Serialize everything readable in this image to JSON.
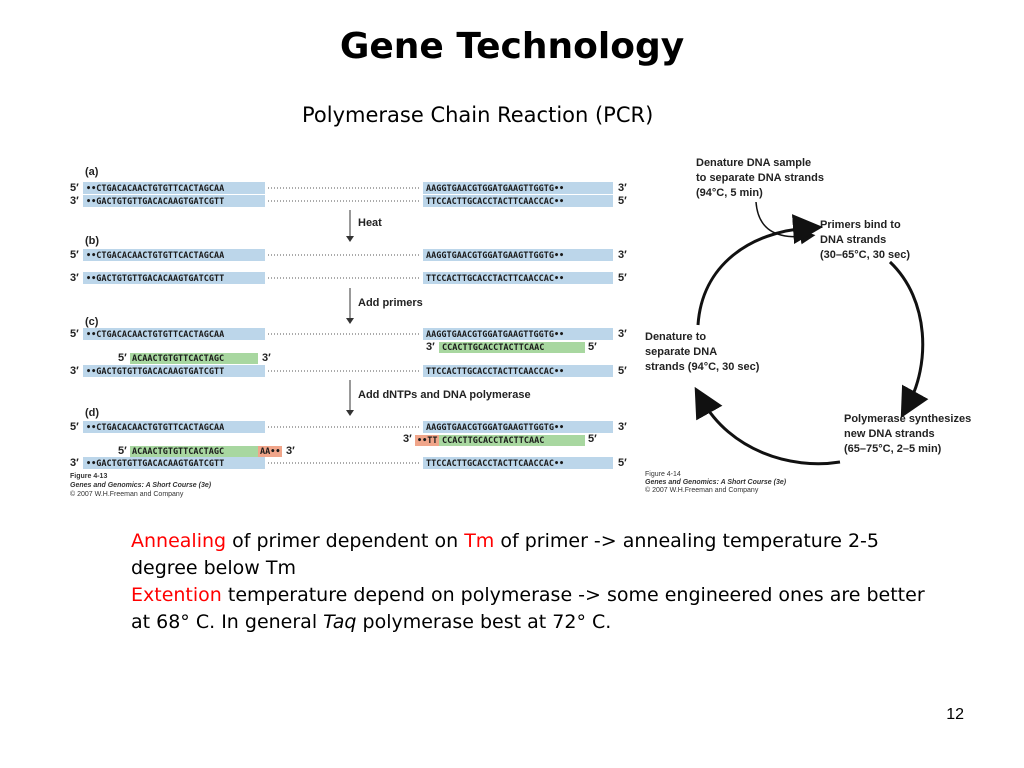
{
  "title": "Gene Technology",
  "subtitle": "Polymerase Chain Reaction (PCR)",
  "figure_left": {
    "panels": [
      "(a)",
      "(b)",
      "(c)",
      "(d)"
    ],
    "steps": [
      "Heat",
      "Add primers",
      "Add dNTPs and DNA polymerase"
    ],
    "top_left": "CTGACACAACTGTGTTCACTAGCAA",
    "top_right": "AAGGTGAACGTGGATGAAGTTGGTG",
    "bottom_left": "GACTGTGTTGACACAAGTGATCGTT",
    "bottom_right": "TTCCACTTGCACCTACTTCAACCAC",
    "primer_left": "ACAACTGTGTTCACTAGC",
    "primer_right": "CCACTTGCACCTACTTCAAC",
    "ext_left": "AA",
    "ext_right": "TT",
    "caption_num": "Figure 4-13",
    "caption_book": "Genes and Genomics: A Short Course (3e)",
    "caption_copy": "© 2007 W.H.Freeman and Company"
  },
  "figure_right": {
    "step1": [
      "Denature DNA sample",
      "to separate DNA strands",
      "(94°C, 5 min)"
    ],
    "step2": [
      "Primers bind to",
      "DNA strands",
      "(30–65°C, 30 sec)"
    ],
    "step3": [
      "Polymerase synthesizes",
      "new DNA strands",
      "(65–75°C, 2–5 min)"
    ],
    "step4": [
      "Denature to",
      "separate DNA",
      "strands (94°C, 30 sec)"
    ],
    "caption_num": "Figure 4-14",
    "caption_book": "Genes and Genomics: A Short Course (3e)",
    "caption_copy": "© 2007 W.H.Freeman and Company"
  },
  "text": {
    "annealing": "Annealing",
    "line1_rest_a": " of primer dependent on ",
    "tm": "Tm",
    "line1_rest_b": " of primer -> annealing temperature 2-5 degree below Tm",
    "extention": "Extention",
    "line2_rest_a": " temperature depend on polymerase -> some engineered ones are better at 68° C.  In general ",
    "taq": "Taq",
    "line2_rest_b": " polymerase best at 72° C."
  },
  "page_number": "12",
  "colors": {
    "strand_fill": "#bcd6ea",
    "primer_fill": "#a8d7a0",
    "ext_fill": "#f0a58a",
    "accent_red": "#ff0000"
  }
}
